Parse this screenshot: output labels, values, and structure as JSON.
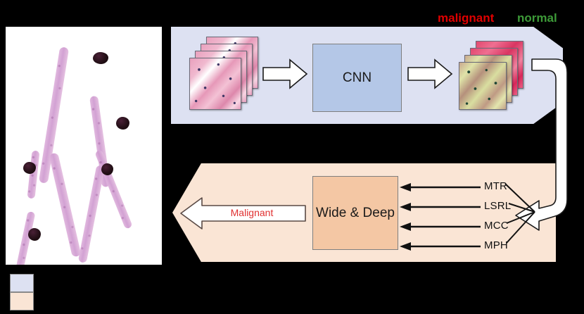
{
  "figure": {
    "class_labels": {
      "malignant": "malignant",
      "normal": "normal",
      "malignant_color": "#e00000",
      "normal_color": "#3d9a38"
    },
    "top_panel": {
      "background_color": "#dde1f2",
      "model_label": "CNN",
      "model_color": "#b4c7e7",
      "input_stack_name": "input-patch-stack",
      "output_stack_name": "classified-patch-stack"
    },
    "bottom_panel": {
      "background_color": "#fae5d5",
      "model_label": "Wide & Deep",
      "model_color": "#f4c7a4",
      "prediction_label": "Malignant",
      "prediction_color": "#e03030",
      "features": [
        {
          "abbr": "MTR"
        },
        {
          "abbr": "LSRL"
        },
        {
          "abbr": "MCC"
        },
        {
          "abbr": "MPH"
        }
      ]
    },
    "legend": [
      {
        "swatch_color": "#dde1f2",
        "label": ""
      },
      {
        "swatch_color": "#fae5d5",
        "label": ""
      }
    ]
  }
}
